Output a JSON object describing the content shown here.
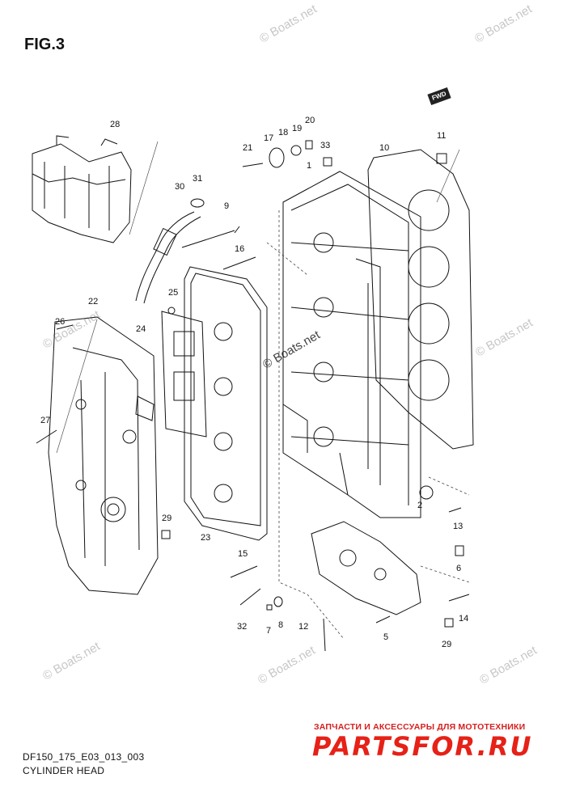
{
  "figure": {
    "title": "FIG.3"
  },
  "fwd_label": "FWD",
  "watermark": "© Boats.net",
  "caption": {
    "code": "DF150_175_E03_013_003",
    "name": "CYLINDER HEAD"
  },
  "site": {
    "tagline": "ЗАПЧАСТИ И АКСЕССУАРЫ ДЛЯ МОТОТЕХНИКИ",
    "logo": "PARTSFOR.RU"
  },
  "callouts": {
    "c1": "1",
    "c2": "2",
    "c5": "5",
    "c6": "6",
    "c7": "7",
    "c8": "8",
    "c9": "9",
    "c10": "10",
    "c11": "11",
    "c12": "12",
    "c13": "13",
    "c14": "14",
    "c15": "15",
    "c16": "16",
    "c17": "17",
    "c18": "18",
    "c19": "19",
    "c20": "20",
    "c21": "21",
    "c22": "22",
    "c23": "23",
    "c24": "24",
    "c25": "25",
    "c26": "26",
    "c27": "27",
    "c28": "28",
    "c29a": "29",
    "c29b": "29",
    "c30": "30",
    "c31": "31",
    "c32": "32",
    "c33": "33"
  }
}
